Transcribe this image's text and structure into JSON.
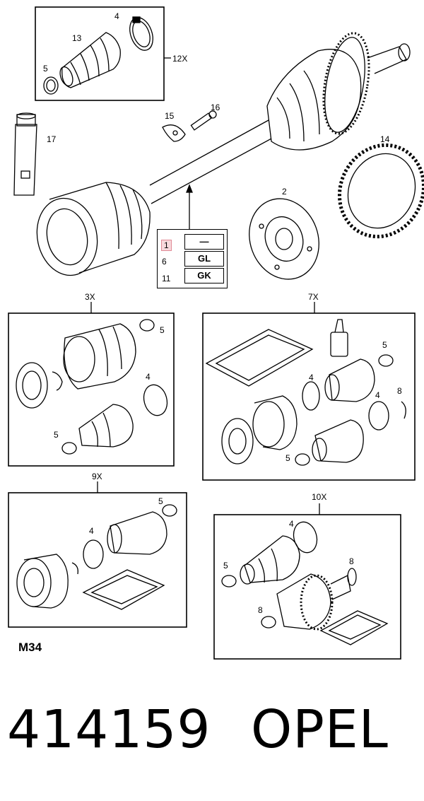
{
  "diagram": {
    "main_callouts": {
      "c4": "4",
      "c13": "13",
      "c5": "5",
      "c12x": "12X",
      "c15": "15",
      "c16": "16",
      "c17": "17",
      "c14": "14",
      "c2": "2"
    },
    "variant_table": {
      "rows": [
        {
          "num": "1",
          "code": "—"
        },
        {
          "num": "6",
          "code": "GL"
        },
        {
          "num": "11",
          "code": "GK"
        }
      ]
    },
    "kit_3x": {
      "title": "3X",
      "c5": "5",
      "c4": "4",
      "c5b": "5"
    },
    "kit_7x": {
      "title": "7X",
      "c5": "5",
      "c4": "4",
      "c4b": "4",
      "c8": "8",
      "c5b": "5"
    },
    "kit_9x": {
      "title": "9X",
      "c5": "5",
      "c4": "4"
    },
    "kit_10x": {
      "title": "10X",
      "c4": "4",
      "c5": "5",
      "c8": "8",
      "c8b": "8"
    },
    "diagram_code": "M34"
  },
  "footer": {
    "part_number": "414159",
    "brand": "OPEL"
  }
}
